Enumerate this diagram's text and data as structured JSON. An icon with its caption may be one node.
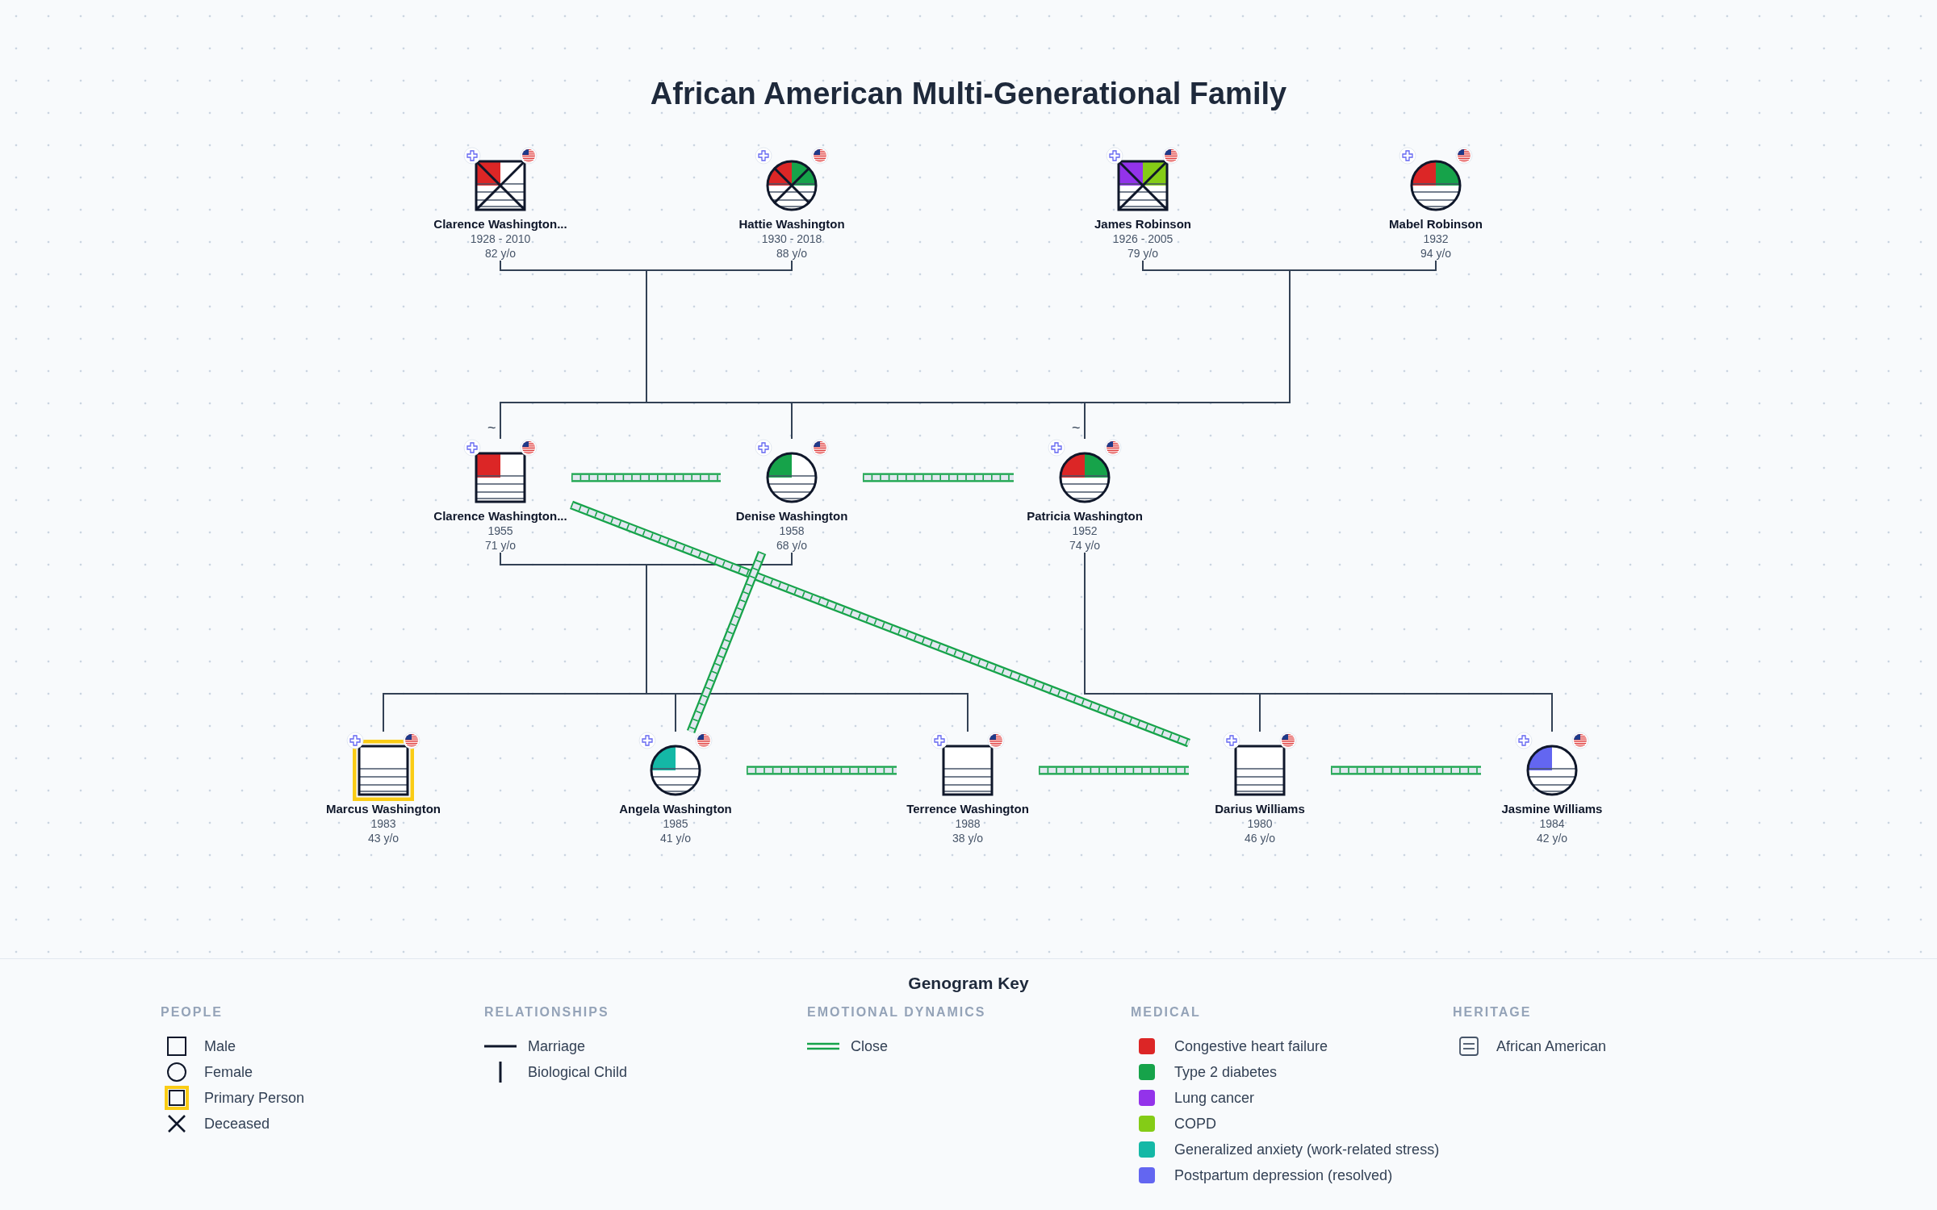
{
  "diagram": {
    "title": "African American Multi-Generational Family",
    "nodes": [
      {
        "text": [
          "Clarence Washington...",
          "1928 - 2010",
          "82 y/o"
        ]
      },
      {
        "text": [
          "Hattie Washington",
          "1930 - 2018",
          "88 y/o"
        ]
      },
      {
        "text": [
          "James Robinson",
          "1926 - 2005",
          "79 y/o"
        ]
      },
      {
        "text": [
          "Mabel Robinson",
          "1932",
          "94 y/o"
        ]
      },
      {
        "text": [
          "Clarence Washington...",
          "1955",
          "71 y/o"
        ]
      },
      {
        "text": [
          "Denise Washington",
          "1958",
          "68 y/o"
        ]
      },
      {
        "text": [
          "Patricia Washington",
          "1952",
          "74 y/o"
        ]
      },
      {
        "text": [
          "Marcus Washington",
          "1983",
          "43 y/o"
        ]
      },
      {
        "text": [
          "Angela Washington",
          "1985",
          "41 y/o"
        ]
      },
      {
        "text": [
          "Terrence Washington",
          "1988",
          "38 y/o"
        ]
      },
      {
        "text": [
          "Darius Williams",
          "1980",
          "46 y/o"
        ]
      },
      {
        "text": [
          "Jasmine Williams",
          "1984",
          "42 y/o"
        ]
      }
    ],
    "edges": [
      {
        "from": 0,
        "to": 1,
        "arrow": "none"
      },
      {
        "from": 2,
        "to": 3,
        "arrow": "none"
      },
      {
        "from": 4,
        "to": 5,
        "arrow": "none"
      },
      {
        "from": 0,
        "to": 4,
        "arrow": "none"
      },
      {
        "from": 1,
        "to": 4,
        "arrow": "none"
      },
      {
        "from": 2,
        "to": 4,
        "arrow": "none"
      },
      {
        "from": 3,
        "to": 4,
        "arrow": "none"
      },
      {
        "from": 0,
        "to": 5,
        "arrow": "none"
      },
      {
        "from": 1,
        "to": 5,
        "arrow": "none"
      },
      {
        "from": 2,
        "to": 5,
        "arrow": "none"
      },
      {
        "from": 3,
        "to": 5,
        "arrow": "none"
      },
      {
        "from": 0,
        "to": 6,
        "arrow": "none"
      },
      {
        "from": 1,
        "to": 6,
        "arrow": "none"
      },
      {
        "from": 2,
        "to": 6,
        "arrow": "none"
      },
      {
        "from": 3,
        "to": 6,
        "arrow": "none"
      },
      {
        "from": 4,
        "to": 7,
        "arrow": "none"
      },
      {
        "from": 5,
        "to": 7,
        "arrow": "none"
      },
      {
        "from": 4,
        "to": 8,
        "arrow": "none"
      },
      {
        "from": 5,
        "to": 8,
        "arrow": "none"
      },
      {
        "from": 4,
        "to": 9,
        "arrow": "none"
      },
      {
        "from": 5,
        "to": 9,
        "arrow": "none"
      },
      {
        "from": 6,
        "to": 10,
        "arrow": "none"
      },
      {
        "from": 6,
        "to": 11,
        "arrow": "none"
      },
      {
        "from": 4,
        "to": 5,
        "arrow": "none",
        "style": "thick",
        "color": "#16a34a"
      },
      {
        "from": 5,
        "to": 6,
        "arrow": "none",
        "style": "thick",
        "color": "#16a34a"
      },
      {
        "from": 4,
        "to": 10,
        "arrow": "none",
        "style": "thick",
        "color": "#16a34a"
      },
      {
        "from": 5,
        "to": 8,
        "arrow": "none",
        "style": "thick",
        "color": "#16a34a"
      },
      {
        "from": 8,
        "to": 9,
        "arrow": "none",
        "style": "thick",
        "color": "#16a34a"
      },
      {
        "from": 9,
        "to": 10,
        "arrow": "none",
        "style": "thick",
        "color": "#16a34a"
      },
      {
        "from": 10,
        "to": 11,
        "arrow": "none",
        "style": "thick",
        "color": "#16a34a"
      }
    ],
    "labels": [
      "~",
      "~",
      "Genogram Key",
      "PEOPLE",
      "RELATIONSHIPS",
      "EMOTIONAL DYNAMICS",
      "MEDICAL",
      "HERITAGE"
    ],
    "legend": [
      {
        "text": "Male"
      },
      {
        "text": "Female"
      },
      {
        "text": "Primary Person"
      },
      {
        "text": "Deceased"
      },
      {
        "text": "Marriage"
      },
      {
        "text": "Biological Child"
      },
      {
        "text": "Close"
      },
      {
        "text": "Congestive heart failure",
        "color": "#dc2626"
      },
      {
        "text": "Type 2 diabetes",
        "color": "#16a34a"
      },
      {
        "text": "Lung cancer",
        "color": "#9333ea"
      },
      {
        "text": "COPD",
        "color": "#84cc16"
      },
      {
        "text": "Generalized anxiety (work-related stress)",
        "color": "#14b8a6"
      },
      {
        "text": "Postpartum depression (resolved)",
        "color": "#6366f1"
      },
      {
        "text": "African American"
      }
    ]
  }
}
